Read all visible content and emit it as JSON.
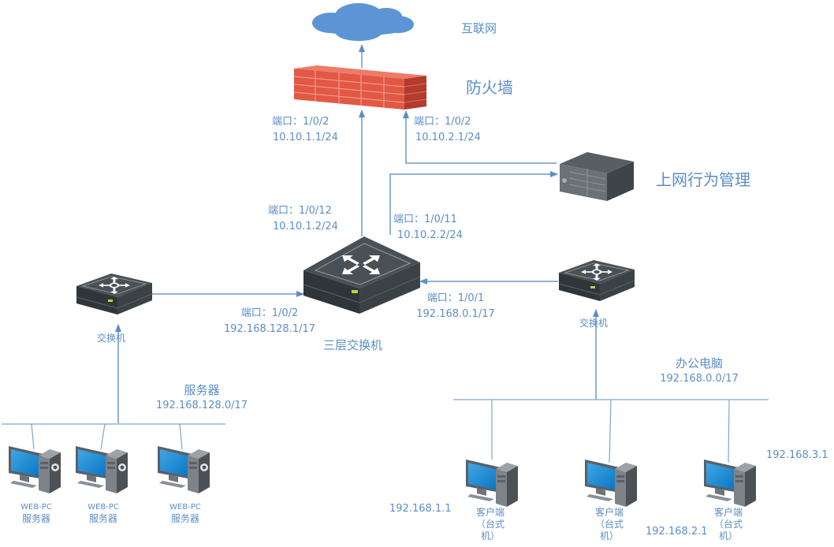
{
  "title": "网络拓扑",
  "nodes": {
    "internet": {
      "label": "互联网",
      "icon": "cloud-icon"
    },
    "firewall": {
      "label": "防火墙",
      "icon": "firewall-icon",
      "port_left": {
        "port": "端口：1/0/2",
        "ip": "10.10.1.1/24"
      },
      "port_right": {
        "port": "端口：1/0/2",
        "ip": "10.10.2.1/24"
      }
    },
    "behavior_mgmt": {
      "label": "上网行为管理",
      "icon": "server-appliance-icon"
    },
    "core_switch": {
      "label": "三层交换机",
      "icon": "l3-switch-icon",
      "port_up_left": {
        "port": "端口：1/0/12",
        "ip": "10.10.1.2/24"
      },
      "port_up_right": {
        "port": "端口：1/0/11",
        "ip": "10.10.2.2/24"
      },
      "port_left": {
        "port": "端口：1/0/2",
        "ip": "192.168.128.1/17"
      },
      "port_right": {
        "port": "端口：1/0/1",
        "ip": "192.168.0.1/17"
      }
    },
    "server_switch": {
      "label": "交换机",
      "icon": "switch-icon"
    },
    "office_switch": {
      "label": "交换机",
      "icon": "switch-icon"
    },
    "server_segment": {
      "name": "服务器",
      "subnet": "192.168.128.0/17"
    },
    "office_segment": {
      "name": "办公电脑",
      "subnet": "192.168.0.0/17"
    },
    "servers": [
      {
        "line1": "WEB-PC",
        "line2": "服务器"
      },
      {
        "line1": "WEB-PC",
        "line2": "服务器"
      },
      {
        "line1": "WEB-PC",
        "line2": "服务器"
      }
    ],
    "clients": [
      {
        "line1": "客户端",
        "line2": "（台式",
        "line3": "机）",
        "ip": "192.168.1.1"
      },
      {
        "line1": "客户端",
        "line2": "（台式",
        "line3": "机）",
        "ip": "192.168.2.1"
      },
      {
        "line1": "客户端",
        "line2": "（台式",
        "line3": "机）",
        "ip": "192.168.3.1"
      }
    ]
  },
  "colors": {
    "link": "#6a98c8",
    "label": "#5b8ec6",
    "cloud": "#5b95d5",
    "firewall": "#e05a48",
    "device": "#3d4449"
  }
}
